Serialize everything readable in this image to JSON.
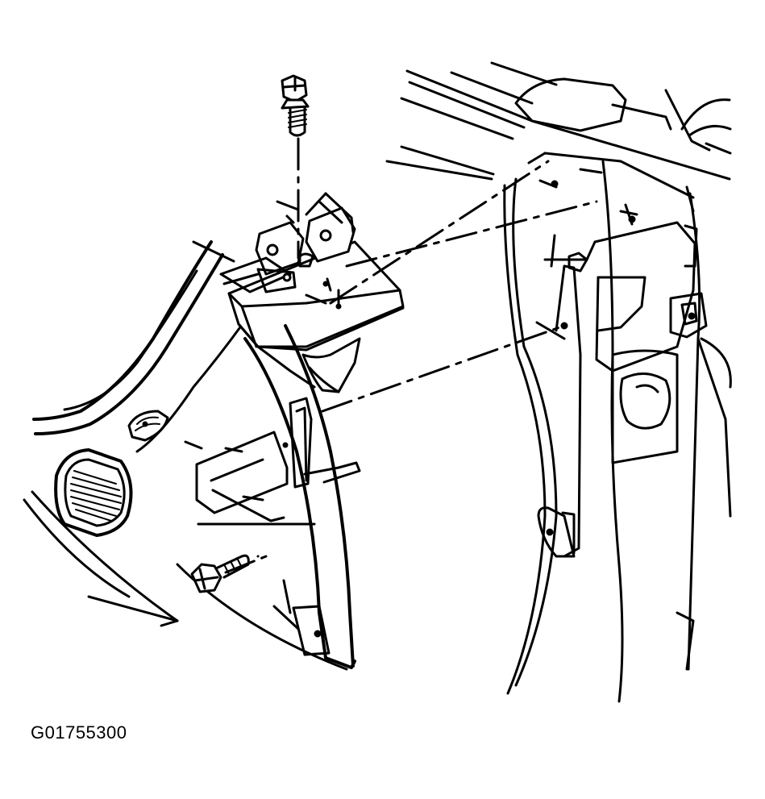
{
  "figure": {
    "id_label": "G01755300",
    "line_color": "#000000",
    "background_color": "#ffffff"
  },
  "parts": {
    "upper_bolt": "hex-bolt",
    "lower_bolt": "hex-bolt",
    "bracket": "seat-belt-guide-bracket",
    "trim_panel": "quarter-trim-panel",
    "speaker_grille": "speaker-grille"
  }
}
